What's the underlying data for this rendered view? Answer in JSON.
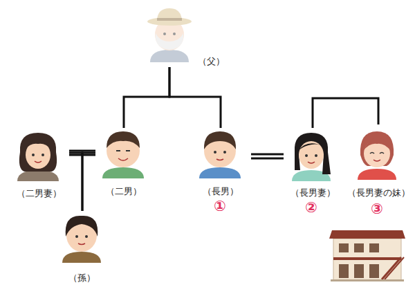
{
  "diagram": {
    "nodes": [
      {
        "text": [
          "（父）"
        ]
      },
      {
        "text": [
          "（二男妻）"
        ]
      },
      {
        "text": [
          "（二男）"
        ]
      },
      {
        "text": [
          "（長男）"
        ]
      },
      {
        "text": [
          "（長男妻）"
        ]
      },
      {
        "text": [
          "（長男妻の妹）"
        ]
      },
      {
        "text": [
          "（孫）"
        ]
      }
    ],
    "edges": [
      {
        "from": 0,
        "to": 2,
        "arrow": "none"
      },
      {
        "from": 0,
        "to": 3,
        "arrow": "none"
      },
      {
        "from": 1,
        "to": 2,
        "arrow": "none"
      },
      {
        "from": 1,
        "to": 6,
        "arrow": "none"
      },
      {
        "from": 2,
        "to": 6,
        "arrow": "none"
      },
      {
        "from": 3,
        "to": 4,
        "arrow": "none"
      },
      {
        "from": 4,
        "to": 5,
        "arrow": "none"
      }
    ],
    "labels": [
      "①",
      "②",
      "③"
    ]
  }
}
